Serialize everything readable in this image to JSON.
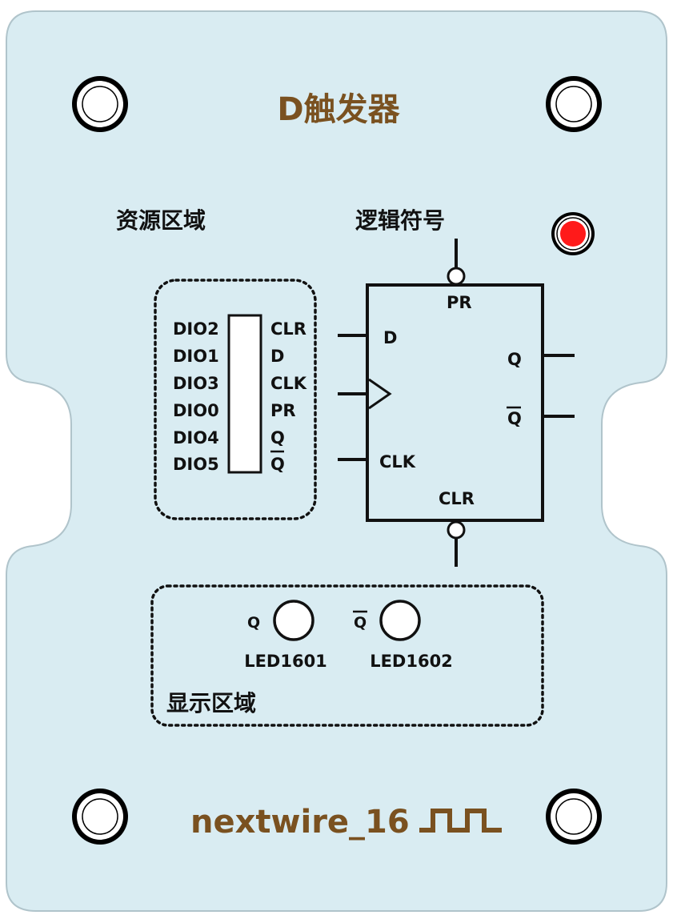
{
  "board": {
    "title": "D触发器",
    "bg_color": "#d9ecf2",
    "accent_color": "#7a5120"
  },
  "resource_area": {
    "label": "资源区域",
    "pins": [
      {
        "dio": "DIO2",
        "signal": "CLR",
        "overline": false
      },
      {
        "dio": "DIO1",
        "signal": "D",
        "overline": false
      },
      {
        "dio": "DIO3",
        "signal": "CLK",
        "overline": false
      },
      {
        "dio": "DIO0",
        "signal": "PR",
        "overline": false
      },
      {
        "dio": "DIO4",
        "signal": "Q",
        "overline": false
      },
      {
        "dio": "DIO5",
        "signal": "Q",
        "overline": true
      }
    ]
  },
  "logic_symbol": {
    "label": "逻辑符号",
    "pr": "PR",
    "d": "D",
    "clk": "CLK",
    "clr": "CLR",
    "q": "Q",
    "qbar": "Q"
  },
  "display_area": {
    "label": "显示区域",
    "leds": [
      {
        "signal": "Q",
        "overline": false,
        "name": "LED1601"
      },
      {
        "signal": "Q",
        "overline": true,
        "name": "LED1602"
      }
    ]
  },
  "power_led_color": "#ff1a1a",
  "footer": {
    "brand": "nextwire_16",
    "icon": "clock-waveform-icon"
  }
}
